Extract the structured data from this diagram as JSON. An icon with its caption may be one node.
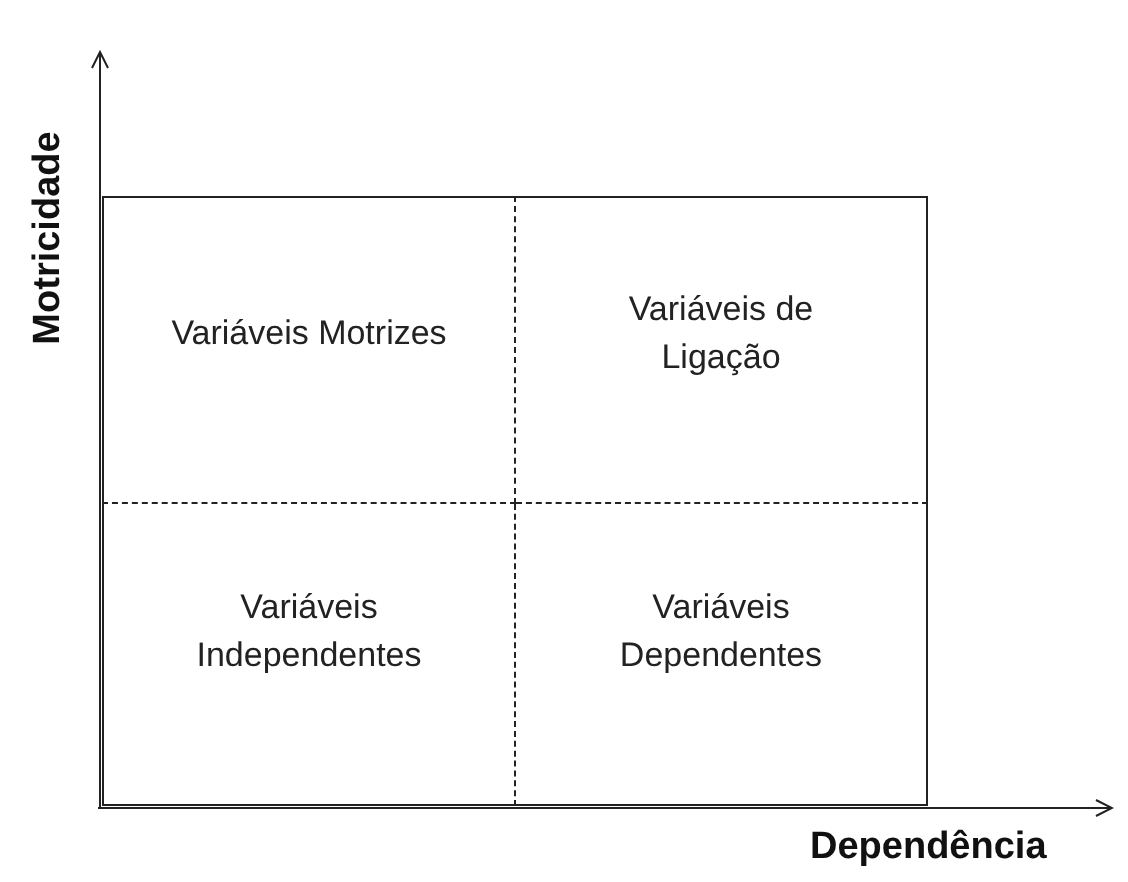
{
  "diagram": {
    "nodes": [
      {
        "text": [
          "Variáveis Motrizes"
        ]
      },
      {
        "text": [
          "Variáveis de Ligação"
        ]
      },
      {
        "text": [
          "Variáveis Independentes"
        ]
      },
      {
        "text": [
          "Variáveis Dependentes"
        ]
      }
    ],
    "labels": [
      "Motricidade",
      "Dependência"
    ]
  }
}
